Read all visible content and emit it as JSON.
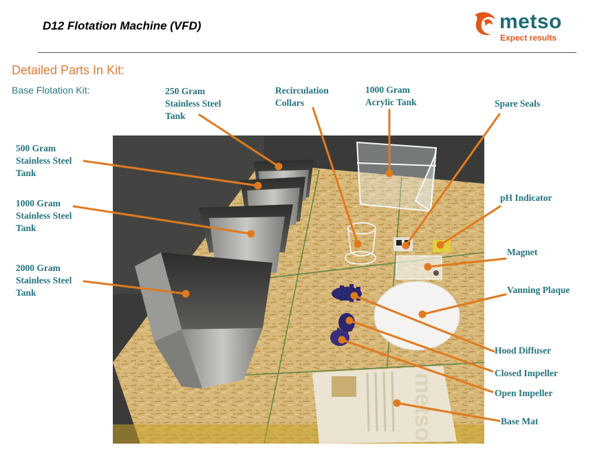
{
  "header": {
    "title": "D12 Flotation Machine (VFD)",
    "logo_word": "metso",
    "logo_tagline": "Expect results",
    "brand_teal": "#1f6b75",
    "brand_orange": "#e2561a"
  },
  "content": {
    "section_heading": "Detailed Parts In Kit:",
    "subheading": "Base Flotation Kit:",
    "heading_color": "#e07a36",
    "label_color": "#24747e",
    "leader_color": "#e07a20"
  },
  "photo": {
    "mat_logo_text": "metso"
  },
  "labels": {
    "tank_250": "250 Gram\nStainless Steel\nTank",
    "recirculation_collars": "Recirculation\nCollars",
    "acrylic_tank_1000": "1000 Gram\nAcrylic Tank",
    "spare_seals": "Spare Seals",
    "tank_500": "500 Gram\nStainless Steel\nTank",
    "tank_1000": "1000 Gram\nStainless Steel\nTank",
    "ph_indicator": "pH Indicator",
    "magnet": "Magnet",
    "tank_2000": "2000 Gram\nStainless Steel\nTank",
    "vanning_plaque": "Vanning Plaque",
    "hood_diffuser": "Hood Diffuser",
    "closed_impeller": "Closed Impeller",
    "open_impeller": "Open Impeller",
    "base_mat": "Base Mat"
  }
}
